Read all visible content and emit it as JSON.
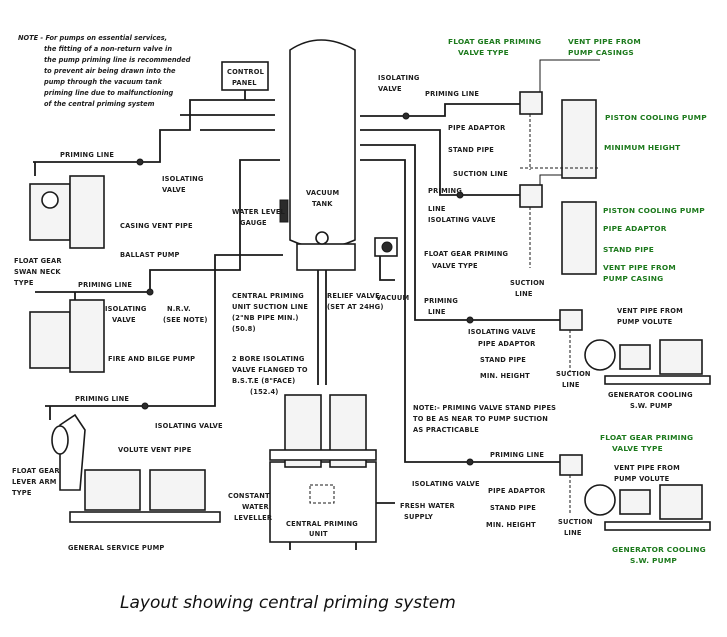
{
  "caption": "Layout showing central priming system",
  "note_left": [
    "NOTE - For pumps on essential services,",
    "the fitting of a non-return valve in",
    "the pump priming line is recommended",
    "to prevent air being drawn into the",
    "pump through the vacuum tank",
    "priming line due to malfunctioning",
    "of the central priming system"
  ],
  "labels": {
    "control_panel": [
      "CONTROL",
      "PANEL"
    ],
    "vacuum_tank": [
      "VACUUM",
      "TANK"
    ],
    "isolating_valve_top": [
      "ISOLATING",
      "VALVE"
    ],
    "priming_line_top": "PRIMING LINE",
    "float_gear_top": [
      "FLOAT GEAR PRIMING",
      "VALVE TYPE"
    ],
    "vent_pipe_top": [
      "VENT PIPE FROM",
      "PUMP CASINGS"
    ],
    "pipe_adaptor_1": "PIPE ADAPTOR",
    "piston_pump_1": "PISTON COOLING PUMP",
    "stand_pipe_1": "STAND PIPE",
    "minimum_height": "MINIMUM HEIGHT",
    "suction_line_1": "SUCTION LINE",
    "priming_line_left": "PRIMING LINE",
    "isolating_valve_left": [
      "ISOLATING",
      "VALVE"
    ],
    "casing_vent_pipe": "CASING VENT PIPE",
    "ballast_pump": "BALLAST PUMP",
    "float_gear_swan": [
      "FLOAT GEAR",
      "SWAN NECK",
      "TYPE"
    ],
    "water_level_gauge": [
      "WATER LEVEL",
      "GAUGE"
    ],
    "priming_line_mid": "PRIMING",
    "line_isolating": [
      "LINE",
      "ISOLATING VALVE"
    ],
    "piston_pump_2": "PISTON COOLING PUMP",
    "pipe_adaptor_2": "PIPE ADAPTOR",
    "float_gear_2": [
      "FLOAT GEAR PRIMING",
      "VALVE TYPE"
    ],
    "stand_pipe_2": "STAND PIPE",
    "vent_pipe_2": [
      "VENT PIPE FROM",
      "PUMP CASING"
    ],
    "suction_line_2": [
      "SUCTION",
      "LINE"
    ],
    "priming_line_2": "PRIMING LINE",
    "isolating_valve_2": [
      "ISOLATING",
      "VALVE"
    ],
    "nrv": [
      "N.R.V.",
      "(SEE NOTE)"
    ],
    "central_suction": [
      "CENTRAL PRIMING",
      "UNIT SUCTION LINE",
      "(2\"NB PIPE MIN.)",
      "(50.8)"
    ],
    "relief_valve": [
      "RELIEF VALVE",
      "(SET AT 24HG)"
    ],
    "vacuum": "VACUUM",
    "priming_line_3": [
      "PRIMING",
      "LINE"
    ],
    "vent_pipe_volute": [
      "VENT PIPE FROM",
      "PUMP VOLUTE"
    ],
    "isolating_valve_3": "ISOLATING VALVE",
    "pipe_adaptor_3": "PIPE ADAPTOR",
    "stand_pipe_3": "STAND PIPE",
    "min_height_3": "MIN. HEIGHT",
    "suction_line_3": [
      "SUCTION",
      "LINE"
    ],
    "generator_1": [
      "GENERATOR COOLING",
      "S.W. PUMP"
    ],
    "fire_bilge": "FIRE AND BILGE PUMP",
    "bore_valve": [
      "2 BORE ISOLATING",
      "VALVE FLANGED TO",
      "B.S.T.E (8\"FACE)",
      "(152.4)"
    ],
    "priming_line_4": "PRIMING LINE",
    "isolating_valve_4": "ISOLATING VALVE",
    "note_right": [
      "NOTE:- PRIMING VALVE STAND PIPES",
      "TO BE AS NEAR TO PUMP SUCTION",
      "AS PRACTICABLE"
    ],
    "volute_vent": "VOLUTE VENT PIPE",
    "float_gear_lever": [
      "FLOAT GEAR",
      "LEVER ARM",
      "TYPE"
    ],
    "priming_line_5": "PRIMING LINE",
    "float_gear_5": [
      "FLOAT GEAR PRIMING",
      "VALVE TYPE"
    ],
    "vent_pipe_5": [
      "VENT PIPE FROM",
      "PUMP VOLUTE"
    ],
    "isolating_valve_5": "ISOLATING VALVE",
    "pipe_adaptor_5": "PIPE ADAPTOR",
    "stand_pipe_5": "STAND PIPE",
    "min_height_5": "MIN. HEIGHT",
    "suction_line_5": [
      "SUCTION",
      "LINE"
    ],
    "constant_leveller": [
      "CONSTANT",
      "WATER",
      "LEVELLER"
    ],
    "central_unit": [
      "CENTRAL PRIMING",
      "UNIT"
    ],
    "fresh_water": [
      "FRESH WATER",
      "SUPPLY"
    ],
    "general_service": "GENERAL SERVICE PUMP",
    "generator_2": [
      "GENERATOR COOLING",
      "S.W. PUMP"
    ]
  },
  "colors": {
    "label_green": "#1d7a1d",
    "ink": "#1a1a1a"
  }
}
